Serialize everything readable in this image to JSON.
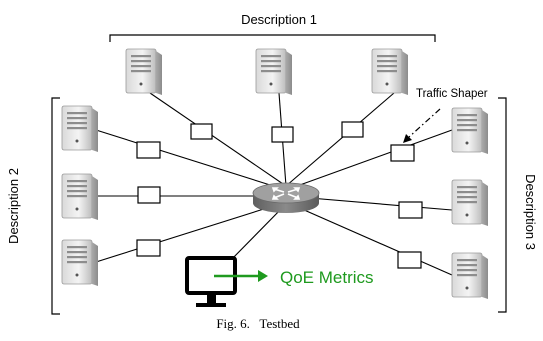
{
  "labels": {
    "description_top": "Description 1",
    "description_left": "Description 2",
    "description_right": "Description 3",
    "traffic_shaper": "Traffic Shaper",
    "qoe_metrics": "QoE Metrics",
    "caption": "Fig. 6.   Testbed"
  },
  "colors": {
    "metrics_arrow": "#1f9a1f",
    "router_body": "#7f7f7f",
    "router_top": "#9a9a9a"
  },
  "icons": {
    "server": "server-icon",
    "router": "router-icon",
    "monitor": "monitor-icon",
    "shaper": "traffic-shaper-box"
  }
}
